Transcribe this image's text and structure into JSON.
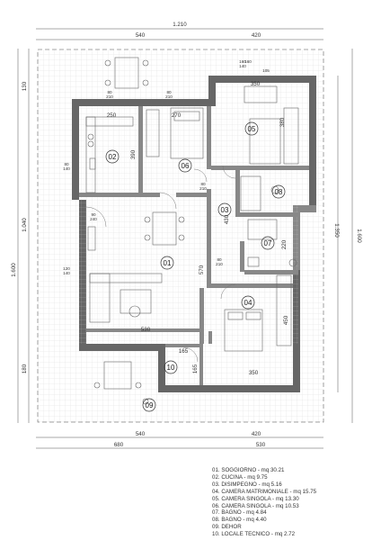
{
  "dimensions": {
    "top_total": "1.210",
    "top_left": "540",
    "top_right": "420",
    "bottom_left_540": "540",
    "bottom_right_420": "420",
    "bottom_total_left": "680",
    "bottom_total_right": "530",
    "left_total": "1.600",
    "left_130": "130",
    "left_1040": "1.040",
    "left_180": "180",
    "right_1350": "1.350",
    "right_1600": "1.600",
    "d250": "250",
    "d270": "270",
    "d350_top": "350",
    "d160": "160",
    "d105": "105",
    "d380": "380",
    "d390": "390",
    "d430": "430",
    "d570": "570",
    "d530": "530",
    "d220": "220",
    "d450": "450",
    "d165_h": "165",
    "d165_v": "165",
    "d350_bottom": "350",
    "d180_v": "180",
    "d80_210_a": "80\n210",
    "d80_210_b": "80\n210",
    "d80_210_c": "80\n210",
    "d80_210_d": "80\n210",
    "d90_240": "90\n240",
    "d120_140": "120\n140",
    "d80_140": "80\n140",
    "d160_140": "160\n140"
  },
  "rooms": {
    "r01": "01",
    "r02": "02",
    "r03": "03",
    "r04": "04",
    "r05": "05",
    "r06": "06",
    "r07": "07",
    "r08": "08",
    "r09": "09",
    "r10": "10"
  },
  "legend": [
    "01. SOGGIORNO - mq 30.21",
    "02. CUCINA - mq 9.75",
    "03. DISIMPEGNO - mq 5.16",
    "04. CAMERA MATRIMONIALE - mq 15.75",
    "05. CAMERA SINGOLA - mq 13.30",
    "06. CAMERA SINGOLA - mq 10.53",
    "07. BAGNO - mq 4.84",
    "08. BAGNO - mq 4.40",
    "09. DEHOR",
    "10. LOCALE TECNICO -     mq 2.72"
  ]
}
